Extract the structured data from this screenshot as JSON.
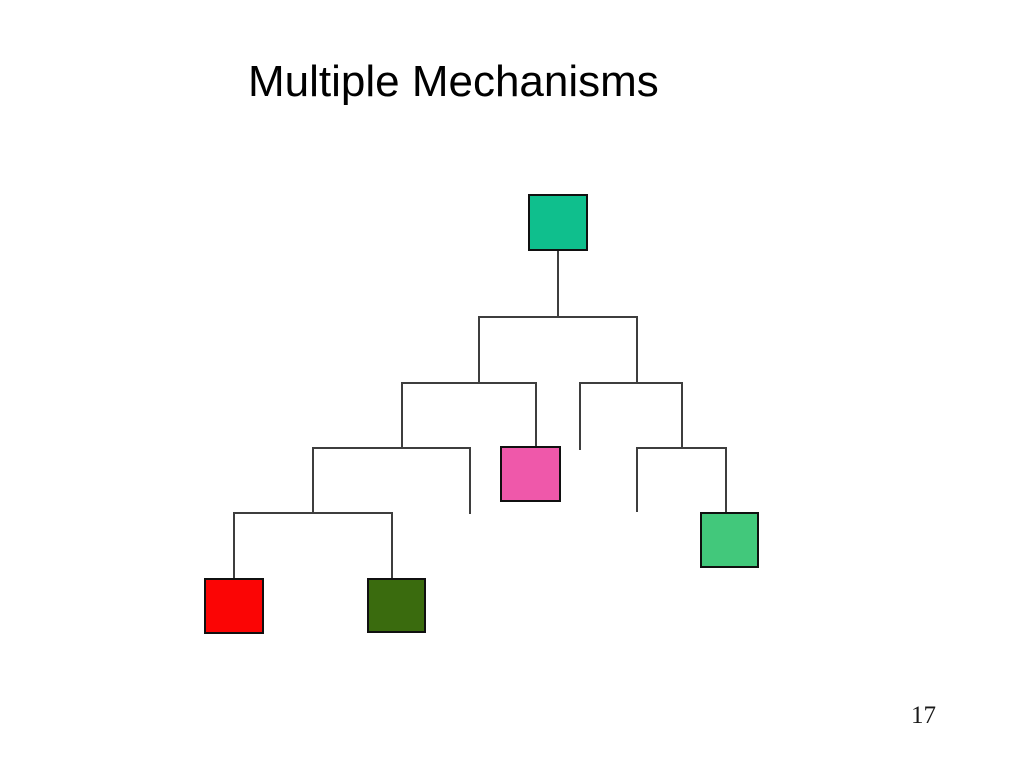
{
  "slide": {
    "title": "Multiple Mechanisms",
    "page_number": "17"
  },
  "colors": {
    "background": "#ffffff",
    "title_text": "#000000",
    "connector_line": "#3e3e3e",
    "node_border": "#101010"
  },
  "diagram": {
    "type": "tree",
    "nodes": [
      {
        "id": "root-node",
        "color": "#0fbf8d",
        "color_name": "teal-green"
      },
      {
        "id": "pink-node",
        "color": "#ef58aa",
        "color_name": "pink"
      },
      {
        "id": "red-node",
        "color": "#fb0505",
        "color_name": "red"
      },
      {
        "id": "dark-green-node",
        "color": "#3a6b0e",
        "color_name": "dark-green"
      },
      {
        "id": "seafoam-node",
        "color": "#42c87b",
        "color_name": "medium-sea-green"
      }
    ]
  }
}
